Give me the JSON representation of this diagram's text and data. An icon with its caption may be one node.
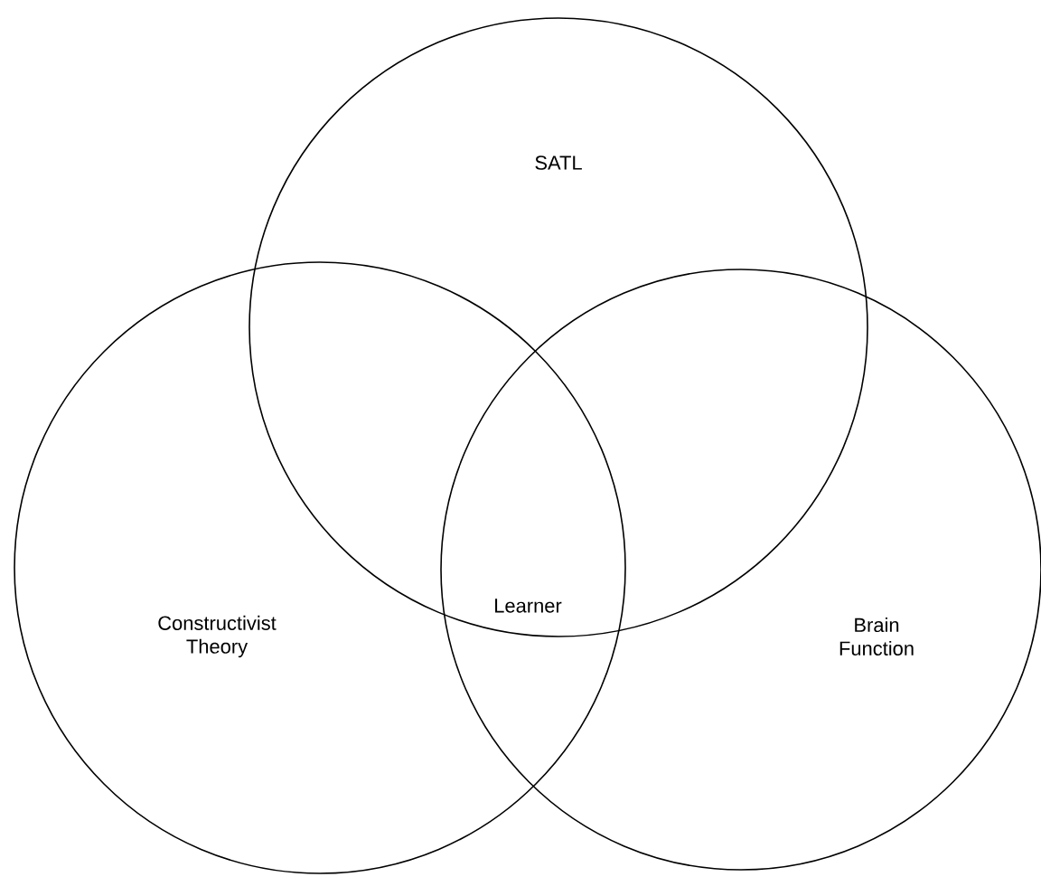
{
  "diagram": {
    "nodes": [
      {
        "text": [
          "SATL"
        ]
      },
      {
        "text": [
          "Constructivist Theory"
        ]
      },
      {
        "text": [
          "Brain Function"
        ]
      }
    ],
    "labels": [
      "Learner"
    ]
  }
}
